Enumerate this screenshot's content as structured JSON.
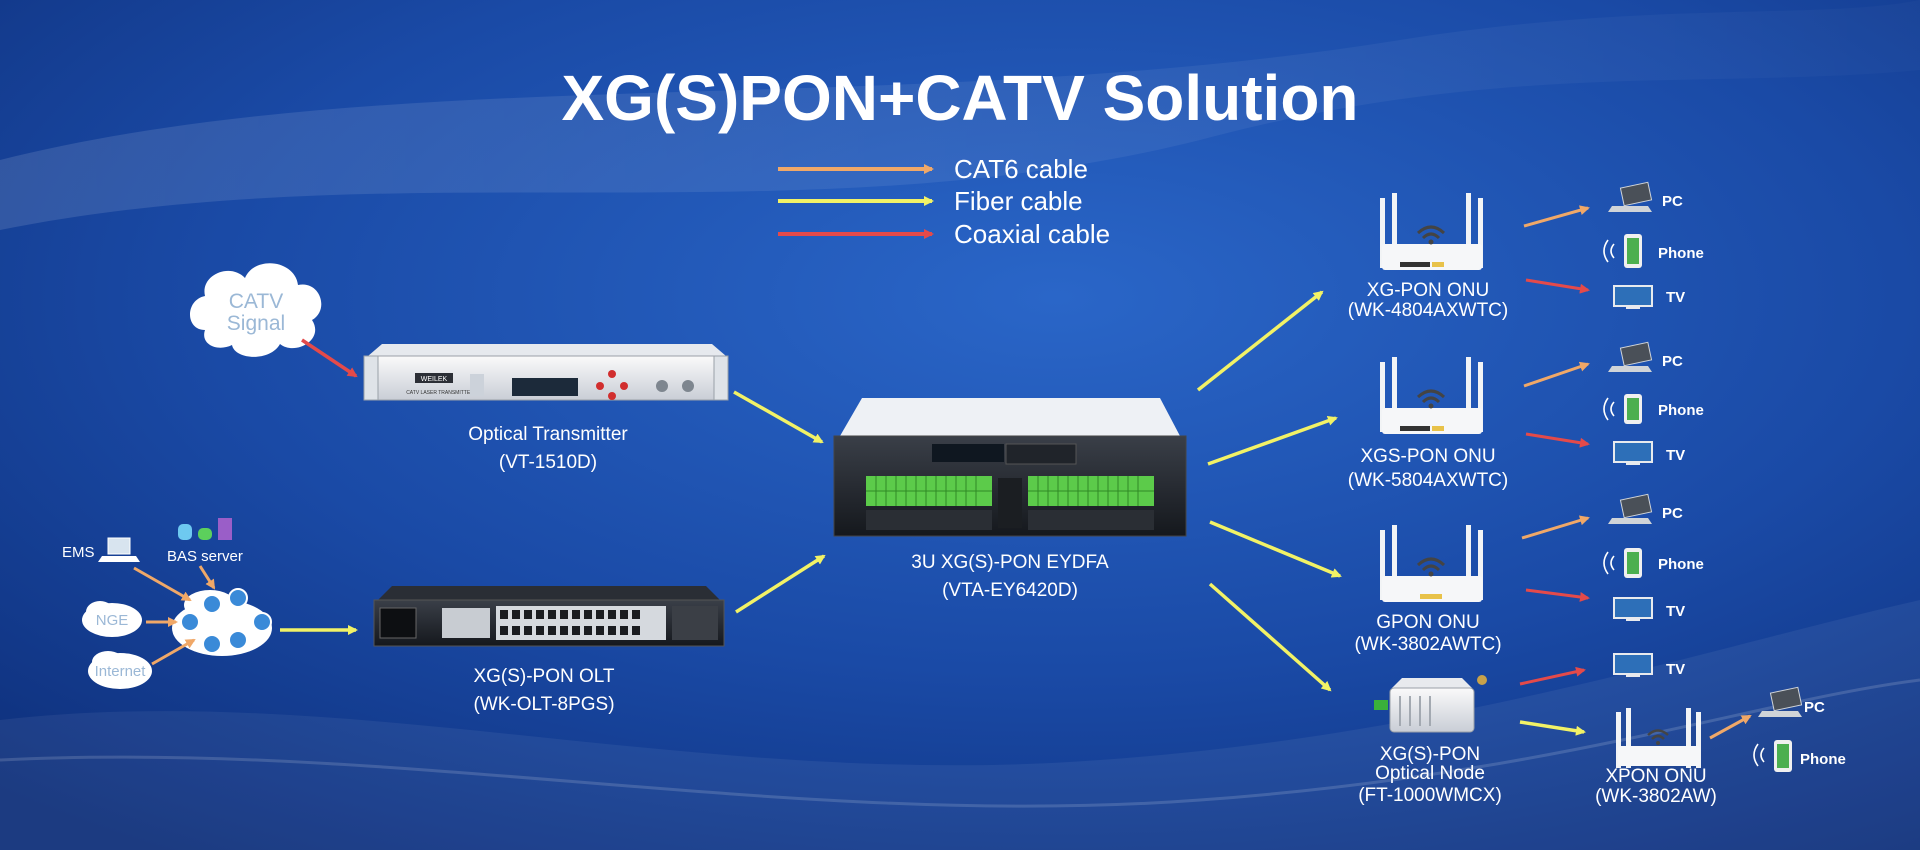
{
  "title": "XG(S)PON+CATV Solution",
  "legend": [
    {
      "label": "CAT6 cable",
      "color": "#f0a060"
    },
    {
      "label": "Fiber cable",
      "color": "#f0f060"
    },
    {
      "label": "Coaxial cable",
      "color": "#e04848"
    }
  ],
  "cloud_catv": {
    "line1": "CATV",
    "line2": "Signal"
  },
  "network": {
    "ems": "EMS",
    "bas": "BAS server",
    "nge": "NGE",
    "internet": "Internet"
  },
  "devices": {
    "transmitter": {
      "name": "Optical Transmitter",
      "model": "(VT-1510D)",
      "brand": "WEILEK",
      "sub": "CATV LASER TRANSMITTER"
    },
    "olt": {
      "name": "XG(S)-PON OLT",
      "model": "(WK-OLT-8PGS)"
    },
    "eydfa": {
      "name": "3U XG(S)-PON EYDFA",
      "model": "(VTA-EY6420D)"
    },
    "onu1": {
      "name": "XG-PON ONU",
      "model": "(WK-4804AXWTC)"
    },
    "onu2": {
      "name": "XGS-PON ONU",
      "model": "(WK-5804AXWTC)"
    },
    "onu3": {
      "name": "GPON ONU",
      "model": "(WK-3802AWTC)"
    },
    "node": {
      "name1": "XG(S)-PON",
      "name2": "Optical Node",
      "model": "(FT-1000WMCX)"
    },
    "xpon": {
      "name": "XPON ONU",
      "model": "(WK-3802AW)"
    }
  },
  "endpoints": {
    "pc": "PC",
    "phone": "Phone",
    "tv": "TV"
  }
}
